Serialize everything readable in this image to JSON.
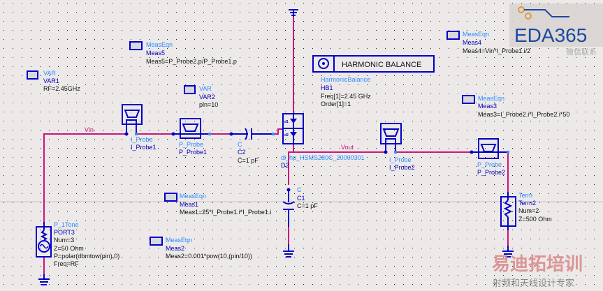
{
  "colors": {
    "background": "#ede9e9",
    "wire": "#c8187a",
    "component": "#0000c8",
    "label": "#2a8cff",
    "value": "#0000b0"
  },
  "nets": {
    "vin": "Vin",
    "vout": "Vout"
  },
  "var1": {
    "type": "VAR",
    "name": "VAR1",
    "p1": "RF=2.45GHz",
    "icon": "Var Eqn"
  },
  "var2": {
    "type": "VAR",
    "name": "VAR2",
    "p1": "pin=10",
    "icon": "Var Eqn"
  },
  "meas5": {
    "type": "MeasEqn",
    "name": "Meas5",
    "p1": "Meas5=P_Probe2.p/P_Probe1.p",
    "icon": "Meas Eqn"
  },
  "meas4": {
    "type": "MeasEqn",
    "name": "Meas4",
    "p1": "Meas4=Vin*I_Probe1.i/2",
    "icon": "Meas Eqn"
  },
  "meas3": {
    "type": "MeasEqn",
    "name": "Meas3",
    "p1": "Meas3=I_Probe2.i*I_Probe2.i*50",
    "icon": "Meas Eqn"
  },
  "meas1": {
    "type": "MeasEqn",
    "name": "Meas1",
    "p1": "Meas1=25*I_Probe1.i*I_Probe1.i",
    "icon": "Meas Eqn"
  },
  "meas2": {
    "type": "MeasEqn",
    "name": "Meas2",
    "p1": "Meas2=0.001*pow(10,(pin/10))",
    "icon": "Meas Eqn"
  },
  "hb": {
    "title": "HARMONIC BALANCE",
    "type": "HarmonicBalance",
    "name": "HB1",
    "p1": "Freq[1]=2.45 GHz",
    "p2": "Order[1]=1"
  },
  "iprobe1": {
    "type": "I_Probe",
    "name": "I_Probe1"
  },
  "iprobe2": {
    "type": "I_Probe",
    "name": "I_Probe2"
  },
  "pprobe1": {
    "type": "P_Probe",
    "name": "P_Probe1"
  },
  "pprobe2": {
    "type": "P_Probe",
    "name": "P_Probe2"
  },
  "c2": {
    "type": "C",
    "name": "C2",
    "p1": "C=1 pF"
  },
  "c1": {
    "type": "C",
    "name": "C1",
    "p1": "C=1 pF"
  },
  "diode": {
    "type": "di_hp_HSMS280C_20000301",
    "name": "D2",
    "pin1": "d1",
    "pin2": "d2"
  },
  "port": {
    "type": "P_1Tone",
    "name": "PORT3",
    "p1": "Num=3",
    "p2": "Z=50 Ohm",
    "p3": "P=polar(dbmtow(pin),0)",
    "p4": "Freq=RF"
  },
  "term": {
    "type": "Term",
    "name": "Term2",
    "p1": "Num=2",
    "p2": "Z=500 Ohm"
  },
  "watermarks": {
    "eda": "EDA365",
    "eda_sub": "微信联系",
    "yidituo": "易迪拓培训",
    "yidituo_sub": "射频和天线设计专家"
  }
}
